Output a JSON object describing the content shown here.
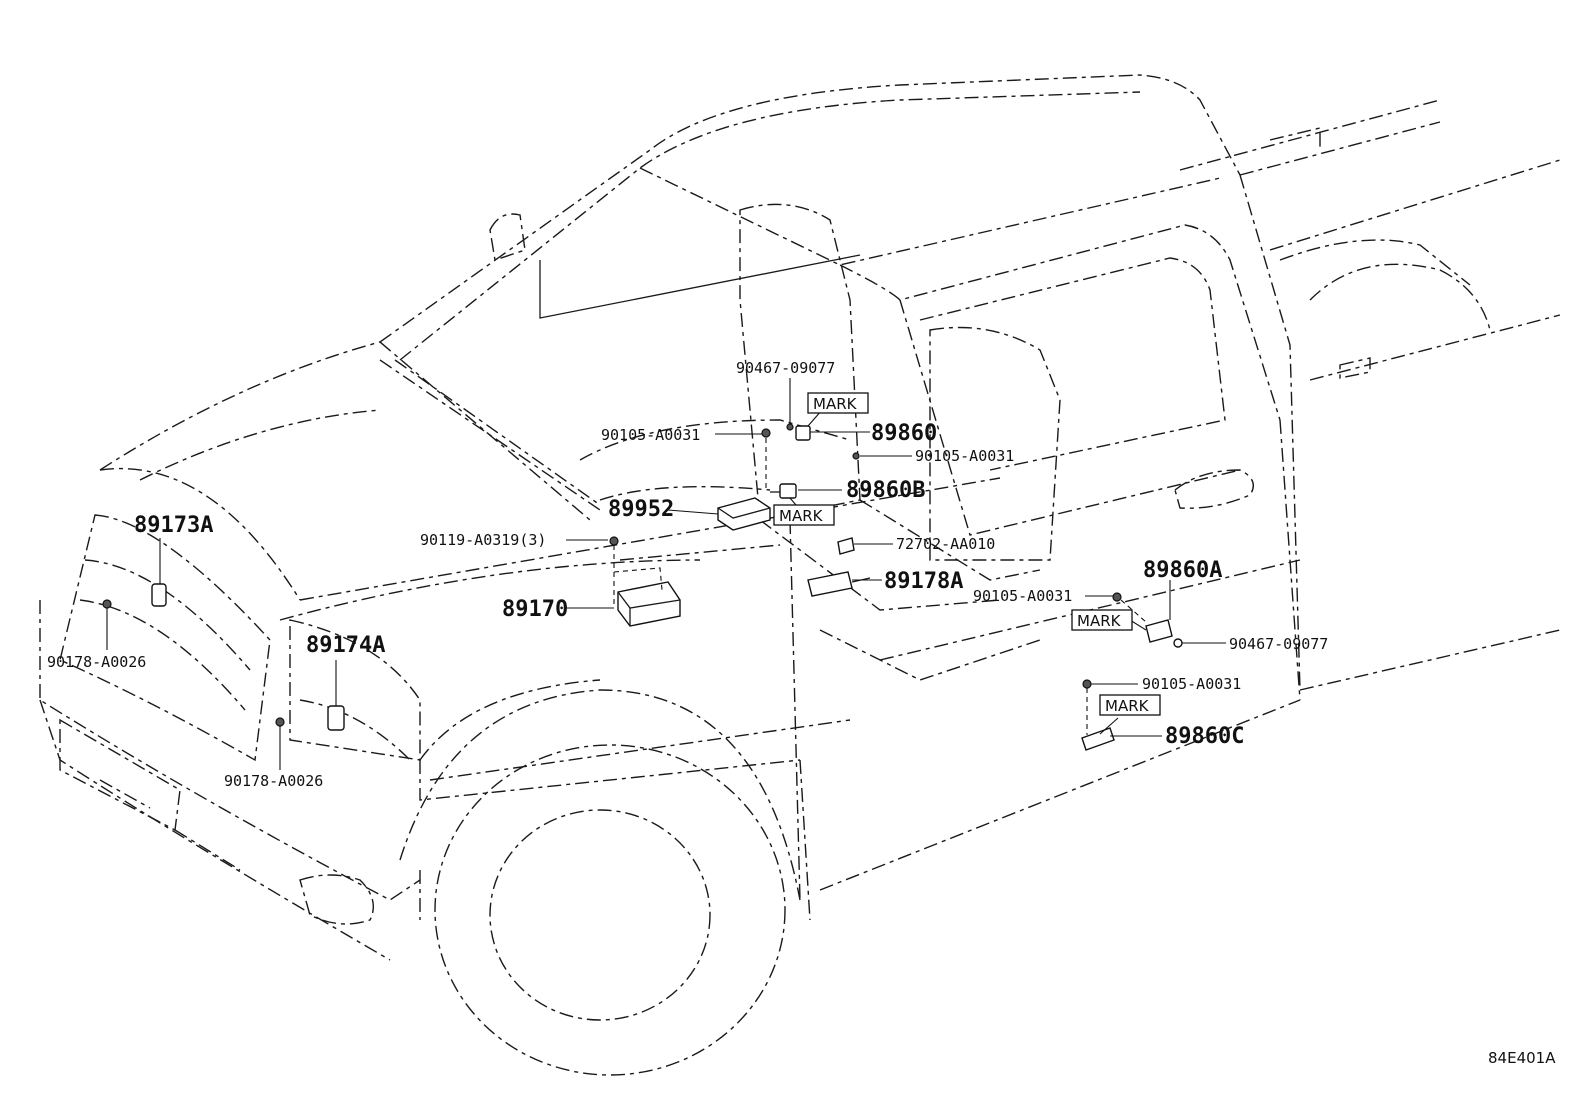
{
  "figure_code": "84E401A",
  "mark_label": "MARK",
  "labels": {
    "p89173A": "89173A",
    "p90178_a": "90178-A0026",
    "p90178_b": "90178-A0026",
    "p89174A": "89174A",
    "p90119": "90119-A0319(3)",
    "p89170": "89170",
    "p89952": "89952",
    "p90105_top": "90105-A0031",
    "p90467_top": "90467-09077",
    "p89860": "89860",
    "p90105_right": "90105-A0031",
    "p89860B": "89860B",
    "p72702": "72702-AA010",
    "p89178A": "89178A",
    "p90105_mid": "90105-A0031",
    "p89860A": "89860A",
    "p90467_right": "90467-09077",
    "p90105_low": "90105-A0031",
    "p89860C": "89860C"
  }
}
